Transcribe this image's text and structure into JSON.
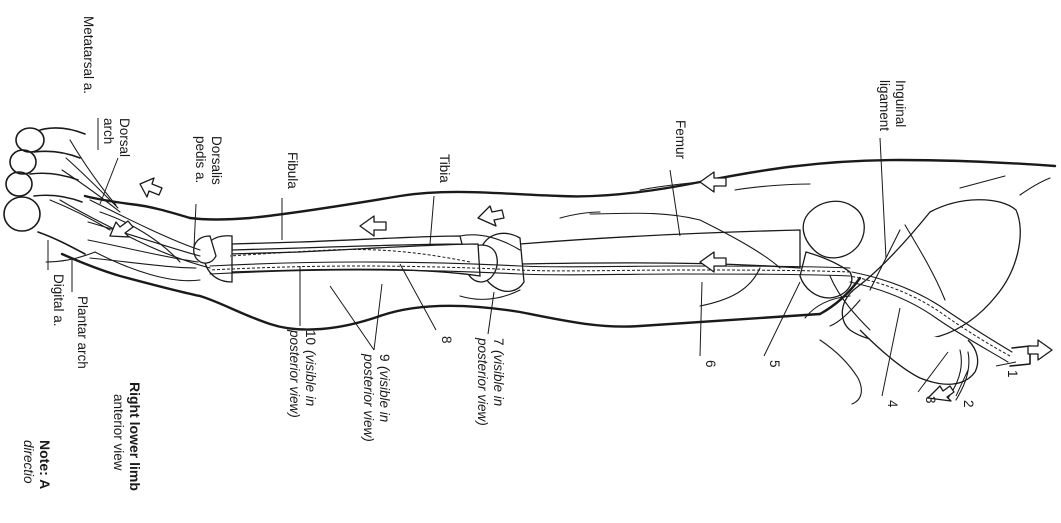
{
  "labels": {
    "metatarsal": "Metatarsal a.",
    "dorsal_arch_1": "Dorsal",
    "dorsal_arch_2": "arch",
    "dorsalis_pedis_1": "Dorsalis",
    "dorsalis_pedis_2": "pedis a.",
    "fibula": "Fibula",
    "tibia": "Tibia",
    "femur": "Femur",
    "inguinal_1": "Inguinal",
    "inguinal_2": "ligament",
    "digital": "Digital a.",
    "plantar_arch": "Plantar arch",
    "num_1": "1",
    "num_2": "2",
    "num_3": "3",
    "num_4": "4",
    "num_5": "5",
    "num_6": "6",
    "num_7": "7",
    "num_7_note_1": "(visible in",
    "num_7_note_2": "posterior view)",
    "num_8": "8",
    "num_9": "9",
    "num_9_note_1": "(visible in",
    "num_9_note_2": "posterior view)",
    "num_10": "10",
    "num_10_note_1": "(visible in",
    "num_10_note_2": "posterior view)",
    "title_1": "Right lower limb",
    "title_2": "anterior view",
    "note_1": "Note: A",
    "note_2": "directio"
  }
}
